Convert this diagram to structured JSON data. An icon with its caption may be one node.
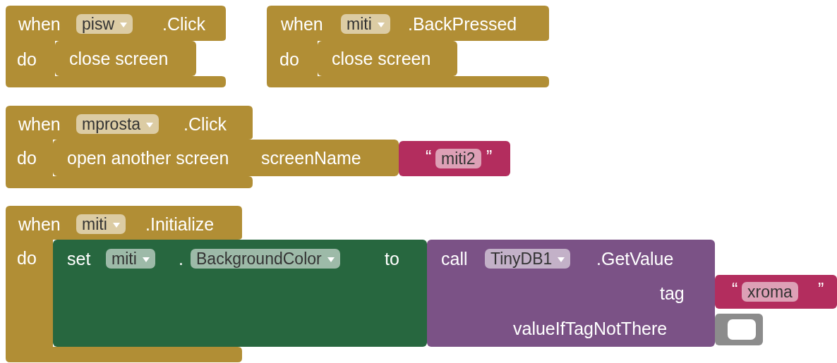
{
  "diagram": {
    "nodes": [
      {
        "text": [
          "when",
          "pisw",
          ".Click",
          "do"
        ]
      },
      {
        "text": [
          "close screen"
        ],
        "in": 0
      },
      {
        "text": [
          "when",
          "miti",
          ".BackPressed",
          "do"
        ]
      },
      {
        "text": [
          "close screen"
        ],
        "in": 2
      },
      {
        "text": [
          "when",
          "mprosta",
          ".Click",
          "do"
        ]
      },
      {
        "text": [
          "open another screen",
          "screenName"
        ]
      },
      {
        "text": [
          "“",
          "miti2",
          "”"
        ]
      },
      {
        "text": [
          "when",
          "miti",
          ".Initialize",
          "do"
        ]
      },
      {
        "text": [
          "set",
          "miti",
          ".",
          "BackgroundColor",
          "to"
        ]
      },
      {
        "text": [
          "call",
          "TinyDB1",
          ".GetValue",
          "tag",
          "valueIfTagNotThere"
        ]
      },
      {
        "text": [
          "“",
          "xroma",
          "”"
        ]
      },
      {
        "text": [],
        "shape": "box"
      }
    ]
  }
}
